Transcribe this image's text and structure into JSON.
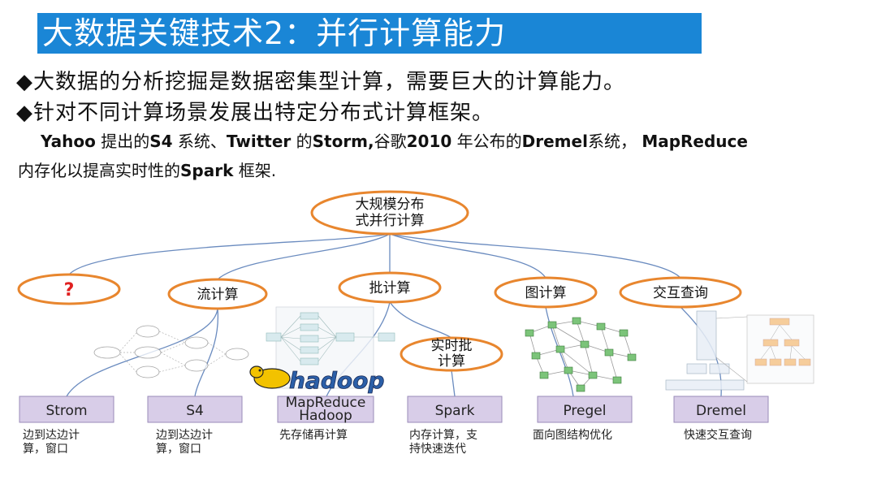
{
  "title": "大数据关键技术2：并行计算能力",
  "bullets": [
    "◆大数据的分析挖掘是数据密集型计算，需要巨大的计算能力。",
    "◆针对不同计算场景发展出特定分布式计算框架。"
  ],
  "description": {
    "parts": [
      {
        "text": "Yahoo",
        "bold": true
      },
      {
        "text": " 提出的",
        "bold": false
      },
      {
        "text": "S4",
        "bold": true
      },
      {
        "text": " 系统、",
        "bold": false
      },
      {
        "text": "Twitter",
        "bold": true
      },
      {
        "text": " 的",
        "bold": false
      },
      {
        "text": "Storm,",
        "bold": true
      },
      {
        "text": "谷歌",
        "bold": false
      },
      {
        "text": "2010",
        "bold": true
      },
      {
        "text": " 年公布的",
        "bold": false
      },
      {
        "text": "Dremel",
        "bold": true
      },
      {
        "text": "系统，   ",
        "bold": false
      },
      {
        "text": "MapReduce",
        "bold": true
      }
    ],
    "parts2": [
      {
        "text": "内存化以提高实时性的",
        "bold": false
      },
      {
        "text": "Spark",
        "bold": true
      },
      {
        "text": " 框架.",
        "bold": false
      }
    ]
  },
  "diagram": {
    "root": [
      "大规模分布",
      "式并行计算"
    ],
    "categories": {
      "unknown": "?",
      "stream": "流计算",
      "batch": "批计算",
      "realtime_batch": [
        "实时批",
        "计算"
      ],
      "graph": "图计算",
      "interactive": "交互查询"
    },
    "systems": [
      {
        "key": "strom",
        "label": [
          "Strom"
        ],
        "caption": [
          "边到达边计",
          "算，窗口"
        ]
      },
      {
        "key": "s4",
        "label": [
          "S4"
        ],
        "caption": [
          "边到达边计",
          "算，窗口"
        ]
      },
      {
        "key": "mapreduce",
        "label": [
          "MapReduce",
          "Hadoop"
        ],
        "caption": [
          "先存储再计算"
        ]
      },
      {
        "key": "spark",
        "label": [
          "Spark"
        ],
        "caption": [
          "内存计算，支",
          "持快速迭代"
        ]
      },
      {
        "key": "pregel",
        "label": [
          "Pregel"
        ],
        "caption": [
          "面向图结构优化"
        ]
      },
      {
        "key": "dremel",
        "label": [
          "Dremel"
        ],
        "caption": [
          "快速交互查询"
        ]
      }
    ],
    "logo_text": "hadoop",
    "colors": {
      "ellipse_stroke": "#e8862e",
      "box_fill": "#d8cde8",
      "box_stroke": "#9a8bb8",
      "line": "#6a8bbf",
      "question": "#e02020",
      "title_bg": "#1a86d6"
    }
  }
}
